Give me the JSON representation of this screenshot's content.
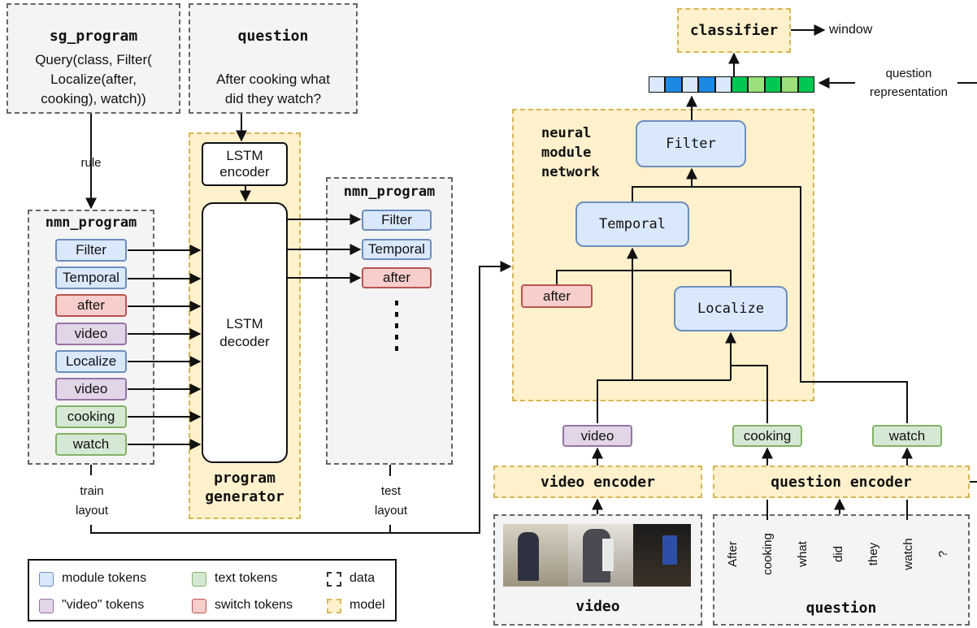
{
  "sg_program": {
    "title": "sg_program",
    "line1": "Query(class, Filter(",
    "line2": "Localize(after,",
    "line3": "cooking), watch))"
  },
  "question_box": {
    "title": "question",
    "line1": "After cooking what",
    "line2": "did they watch?"
  },
  "rule_label": "rule",
  "nmn_left": {
    "title": "nmn_program",
    "tokens": [
      "Filter",
      "Temporal",
      "after",
      "video",
      "Localize",
      "video",
      "cooking",
      "watch"
    ]
  },
  "lstm_encoder": {
    "line1": "LSTM",
    "line2": "encoder"
  },
  "lstm_decoder": {
    "line1": "LSTM",
    "line2": "decoder"
  },
  "program_generator": {
    "line1": "program",
    "line2": "generator"
  },
  "nmn_right": {
    "title": "nmn_program",
    "tokens": [
      "Filter",
      "Temporal",
      "after"
    ]
  },
  "train_layout": {
    "line1": "train",
    "line2": "layout"
  },
  "test_layout": {
    "line1": "test",
    "line2": "layout"
  },
  "classifier": {
    "title": "classifier",
    "output": "window"
  },
  "question_representation": {
    "line1": "question",
    "line2": "representation"
  },
  "feature_vector": {
    "colors": [
      "#dae8fc",
      "#1e88e5",
      "#dae8fc",
      "#1e88e5",
      "#dae8fc",
      "#00c853",
      "#9be07a",
      "#00c853",
      "#9be07a",
      "#00c853"
    ]
  },
  "nmn": {
    "title_line1": "neural",
    "title_line2": "module",
    "title_line3": "network",
    "filter": "Filter",
    "temporal": "Temporal",
    "localize": "Localize",
    "after": "after"
  },
  "inputs": {
    "video": "video",
    "cooking": "cooking",
    "watch": "watch"
  },
  "video_encoder": "video encoder",
  "question_encoder": "question encoder",
  "video_label": "video",
  "question_label": "question",
  "question_words": [
    "After",
    "cooking",
    "what",
    "did",
    "they",
    "watch",
    "?"
  ],
  "legend": {
    "module": "module tokens",
    "video": "\"video\" tokens",
    "text": "text tokens",
    "switch": "switch tokens",
    "data": "data",
    "model": "model"
  },
  "colors": {
    "module": "#dae8fc",
    "video": "#e1d5e7",
    "text": "#d5e8d4",
    "switch": "#f8cecc",
    "model": "#fff1cc",
    "data": "#f4f4f4"
  }
}
